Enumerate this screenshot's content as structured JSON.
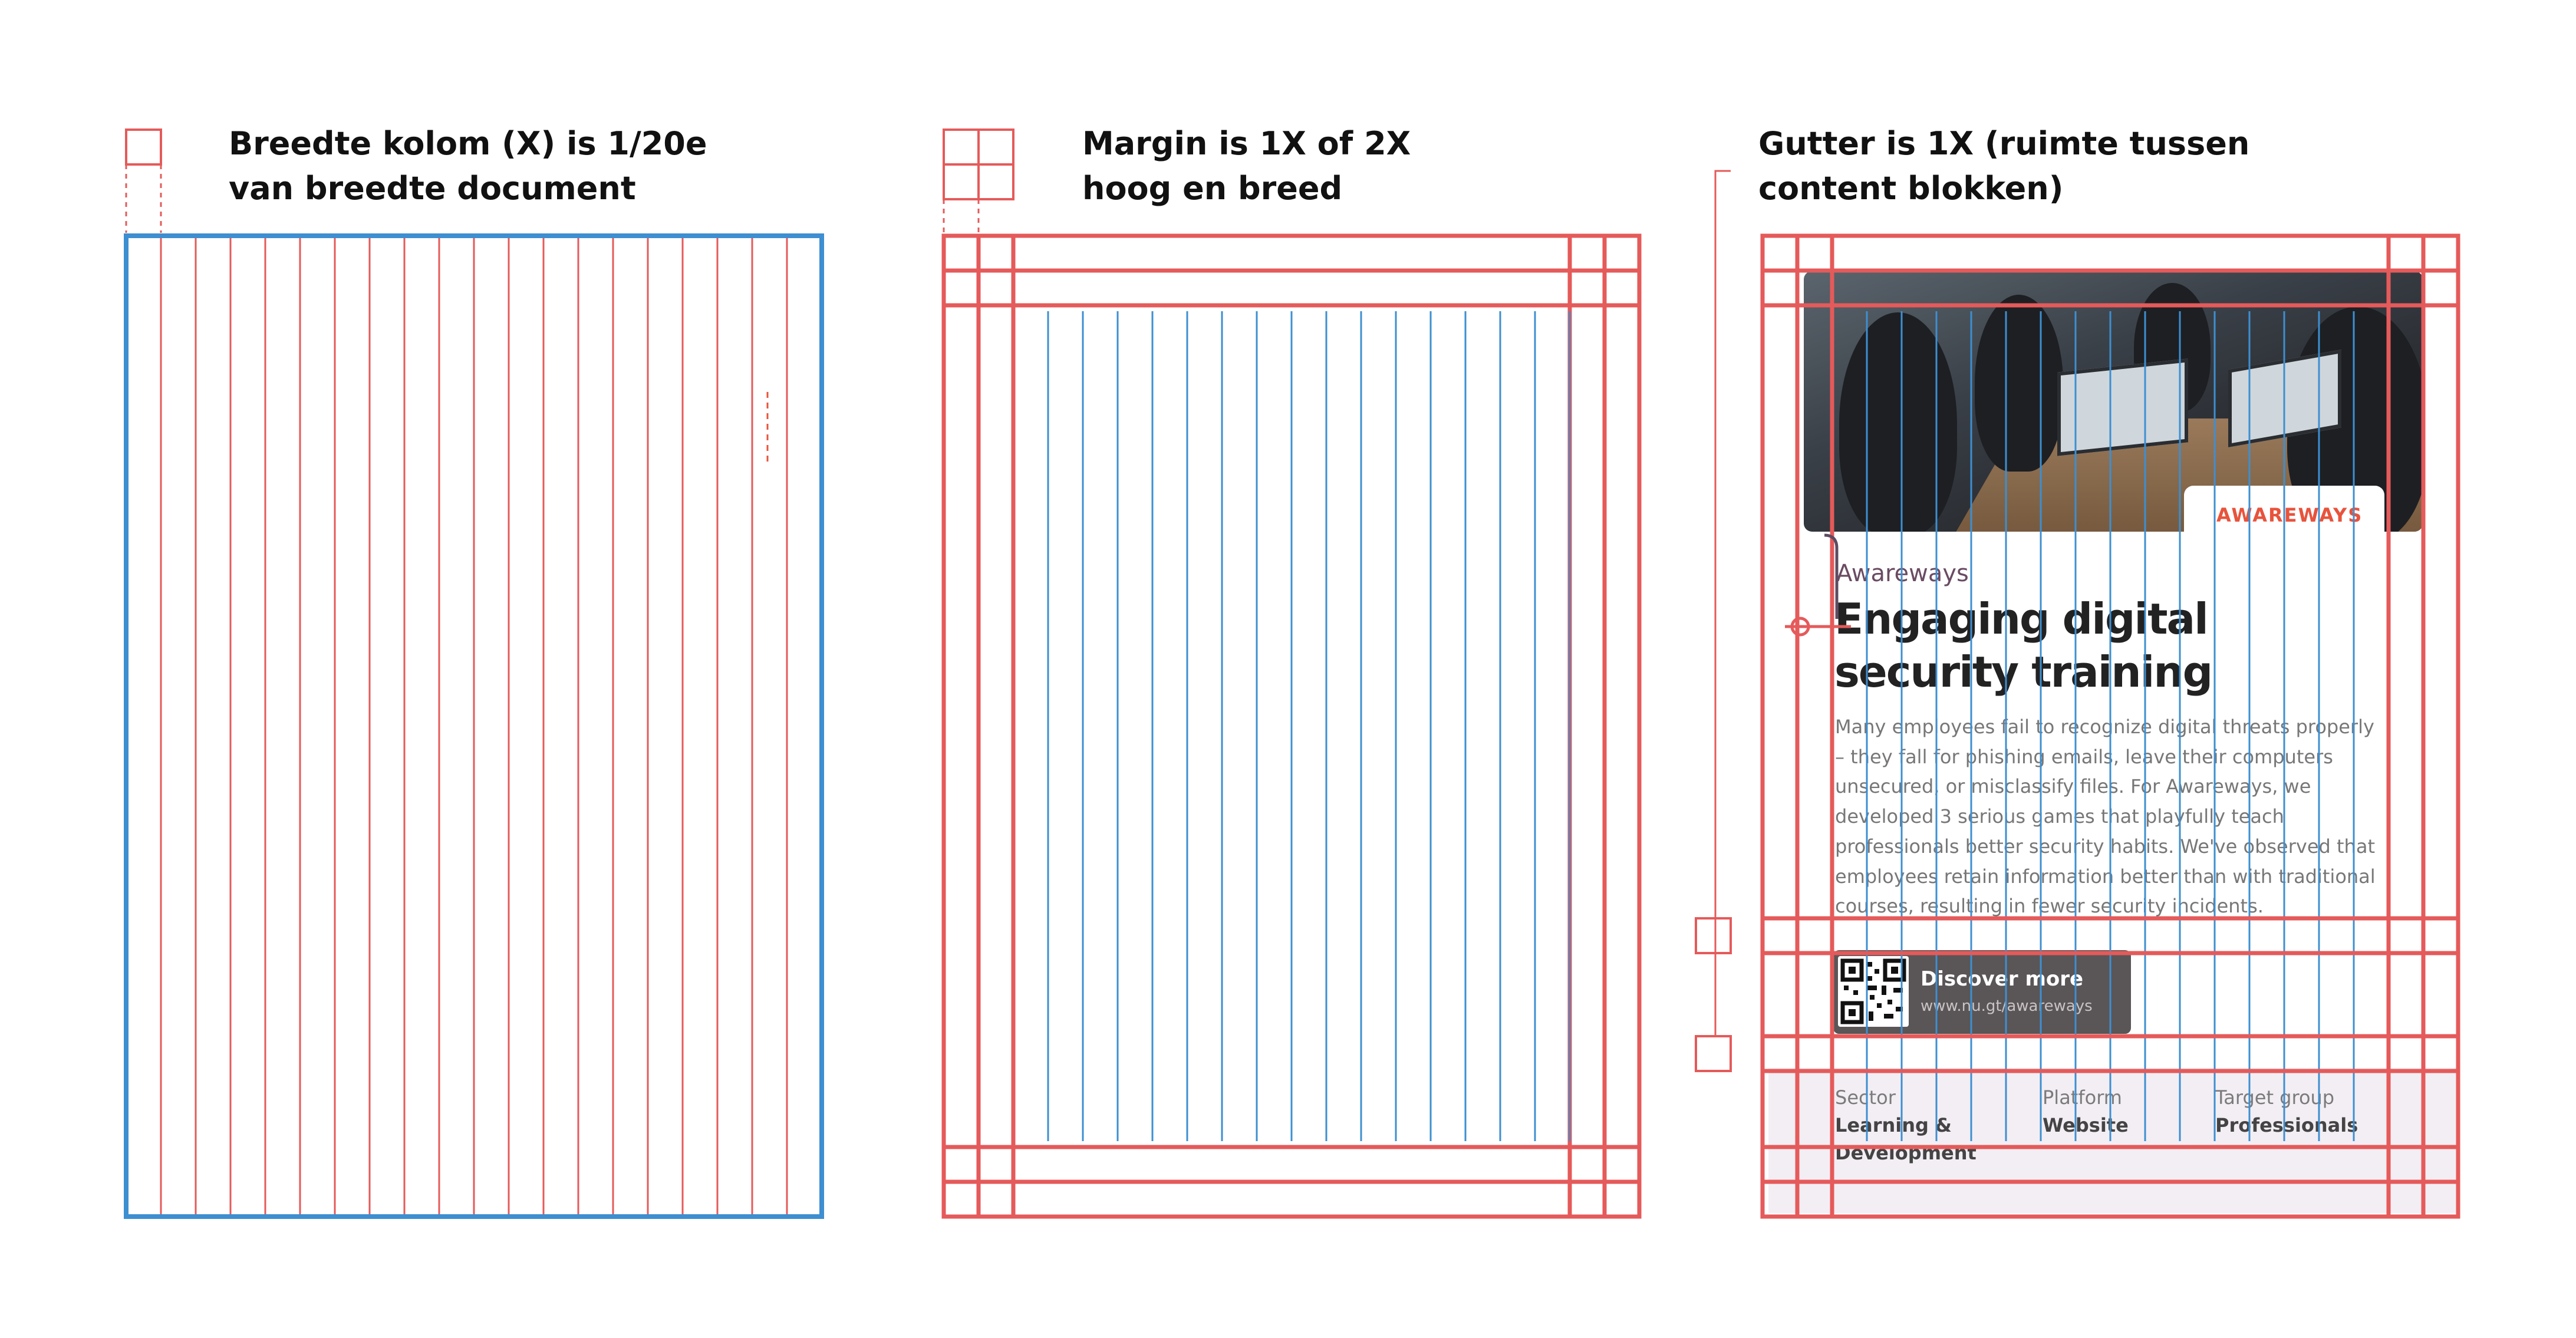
{
  "headings": {
    "column": [
      "Breedte kolom (X) is 1/20e",
      "van breedte document"
    ],
    "margin": [
      "Margin is 1X of 2X",
      "hoog en breed"
    ],
    "gutter": [
      "Gutter is 1X (ruimte tussen",
      "content blokken)"
    ]
  },
  "colors": {
    "grid_red": "#e55a5a",
    "grid_blue": "#3d8fd1",
    "accent_orange": "#e8533c",
    "brand_purple": "#6a4b63",
    "footer_tint": "#f3eef4"
  },
  "card": {
    "logo": "AWAREWAYS",
    "brand": "Awareways",
    "title": [
      "Engaging digital",
      "security training"
    ],
    "body": [
      "Many employees fail to recognize digital threats properly",
      "– they fall for phishing emails, leave their computers",
      "unsecured, or misclassify files. For Awareways, we",
      "developed 3 serious games that playfully teach",
      "professionals better security habits. We've observed that",
      "employees retain information better than with traditional",
      "courses, resulting in fewer security incidents."
    ],
    "cta": {
      "title": "Discover more",
      "url": "www.nu.gt/awareways"
    },
    "meta": [
      {
        "label": "Sector",
        "value": [
          "Learning &",
          "Development"
        ]
      },
      {
        "label": "Platform",
        "value": [
          "Website"
        ]
      },
      {
        "label": "Target group",
        "value": [
          "Professionals"
        ]
      }
    ]
  }
}
